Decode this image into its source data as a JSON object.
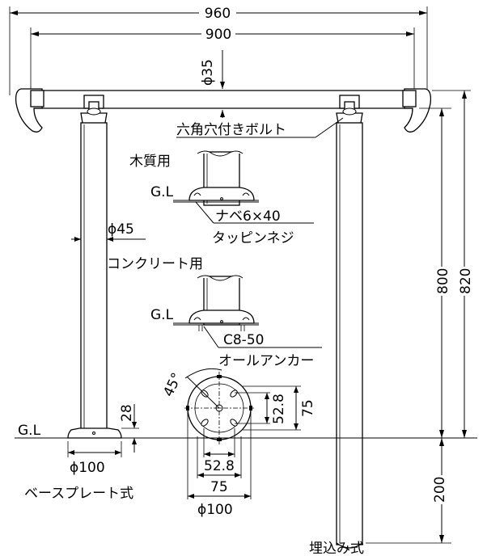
{
  "dimensions": {
    "overall_width": "960",
    "rail_span": "900",
    "rail_diameter": "ϕ35",
    "post_diameter": "ϕ45",
    "height_800": "800",
    "height_820": "820",
    "plate_height": "28",
    "plate_diameter": "ϕ100",
    "bolt_spacing_v1": "52.8",
    "bolt_spacing_v2": "75",
    "bolt_spacing_h1": "52.8",
    "bolt_spacing_h2": "75",
    "flange_diameter": "ϕ100",
    "embed_depth": "200",
    "angle": "45°"
  },
  "labels": {
    "hex_bolt": "六角穴付きボルト",
    "wood": "木質用",
    "gl_wood": "G.L",
    "screw_size": "ナベ6×40",
    "screw_type": "タッピンネジ",
    "concrete": "コンクリート用",
    "gl_concrete": "G.L",
    "anchor_size": "C8-50",
    "anchor_type": "オールアンカー",
    "gl_ground": "G.L",
    "base_plate_type": "ベースプレート式",
    "embedded_type": "埋込み式"
  }
}
